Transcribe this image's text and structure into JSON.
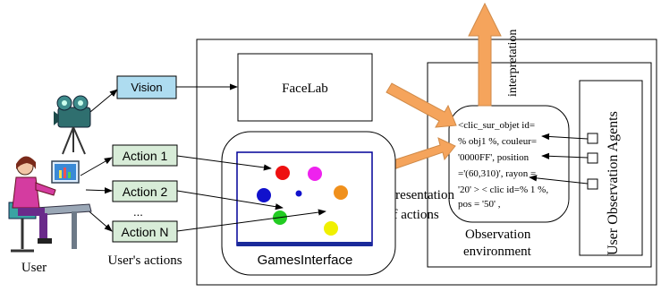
{
  "labels": {
    "vision": "Vision",
    "facelab": "FaceLab",
    "interpretation": "interpretation",
    "action_1": "Action 1",
    "action_2": "Action 2",
    "ellipsis": "...",
    "action_n": "Action N",
    "user": "User",
    "users_actions": "User's actions",
    "games_interface": "GamesInterface",
    "representation_line1": "Representation",
    "representation_line2": "of actions",
    "observation_env_line1": "Observation",
    "observation_env_line2": "environment",
    "user_observation_agents": "User Observation Agents",
    "code_line1": "<clic_sur_objet id=",
    "code_line2": "% obj1 %, couleur=",
    "code_line3": "'0000FF', position",
    "code_line4": "='(60,310)', rayon =",
    "code_line5": "'20' > < clic id=% 1 %,",
    "code_line6": "pos = '50' ,"
  },
  "colors": {
    "vision_box": "#aedcf0",
    "action_box": "#d8ecd8",
    "arrow_orange": "#f5a45c",
    "circle_red": "#ee1111",
    "circle_magenta": "#ee22ee",
    "circle_blue": "#1111cc",
    "circle_orange": "#f0901c",
    "circle_green": "#22cc22",
    "circle_yellow": "#f0f000",
    "screen_border": "#000099"
  }
}
